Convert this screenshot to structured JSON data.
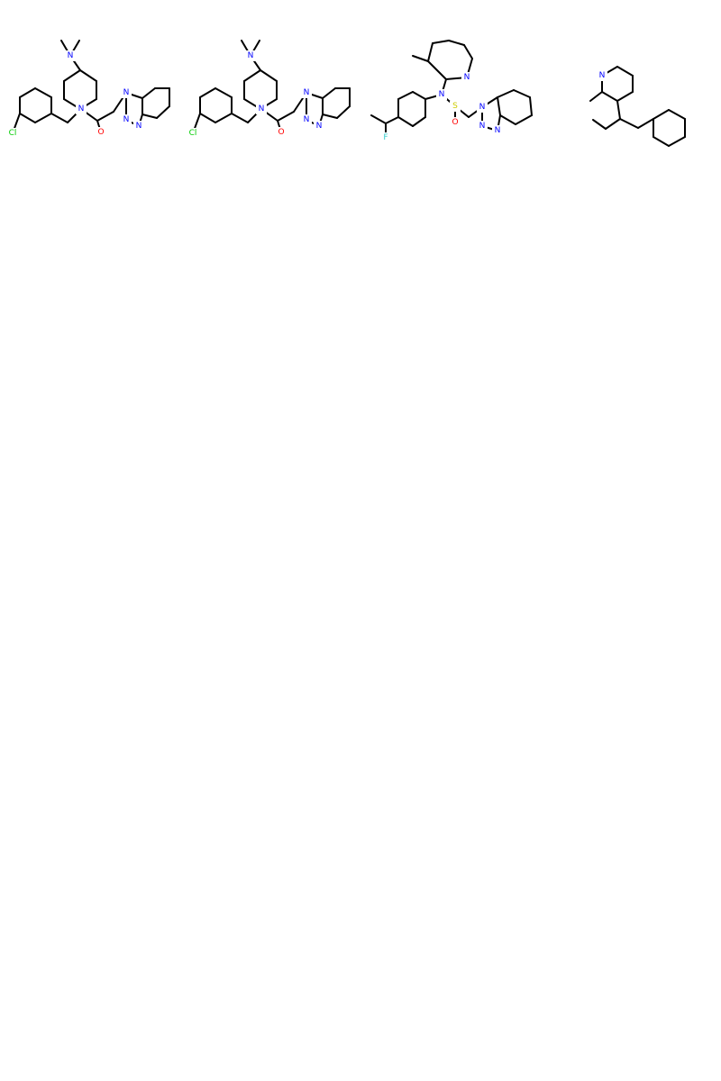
{
  "colors": {
    "bond": "#000000",
    "N": "#0000FF",
    "O": "#FF0000",
    "Cl": "#00CC00",
    "F": "#33CCCC",
    "S": "#CCCC00"
  },
  "molecules": [
    {
      "atoms": [
        [
          "C",
          68,
          45
        ],
        [
          "C",
          88,
          45
        ],
        [
          "N",
          78,
          62
        ],
        [
          "C",
          89,
          78
        ],
        [
          "C",
          71,
          90
        ],
        [
          "C",
          71,
          110
        ],
        [
          "C",
          89,
          121
        ],
        [
          "C",
          107,
          110
        ],
        [
          "C",
          107,
          90
        ],
        [
          "N",
          90,
          121
        ],
        [
          "C",
          75,
          136
        ],
        [
          "C",
          57,
          126
        ],
        [
          "C",
          39,
          136
        ],
        [
          "C",
          22,
          126
        ],
        [
          "C",
          22,
          108
        ],
        [
          "C",
          39,
          98
        ],
        [
          "C",
          57,
          108
        ],
        [
          "Cl",
          14,
          148
        ],
        [
          "C",
          108,
          134
        ],
        [
          "O",
          112,
          147
        ],
        [
          "C",
          126,
          124
        ],
        [
          "N",
          140,
          103
        ],
        [
          "C",
          158,
          109
        ],
        [
          "C",
          172,
          98
        ],
        [
          "C",
          188,
          98
        ],
        [
          "C",
          188,
          118
        ],
        [
          "C",
          174,
          131
        ],
        [
          "C",
          158,
          127
        ],
        [
          "N",
          154,
          140
        ],
        [
          "N",
          140,
          133
        ]
      ],
      "bonds": [
        [
          0,
          2
        ],
        [
          1,
          2
        ],
        [
          2,
          3
        ],
        [
          3,
          4
        ],
        [
          4,
          5
        ],
        [
          5,
          6
        ],
        [
          6,
          7
        ],
        [
          7,
          8
        ],
        [
          8,
          3
        ],
        [
          6,
          9
        ],
        [
          9,
          10
        ],
        [
          10,
          11
        ],
        [
          11,
          12
        ],
        [
          12,
          13
        ],
        [
          13,
          14
        ],
        [
          14,
          15
        ],
        [
          15,
          16
        ],
        [
          16,
          11
        ],
        [
          13,
          17
        ],
        [
          9,
          18
        ],
        [
          18,
          19
        ],
        [
          18,
          20
        ],
        [
          20,
          21
        ],
        [
          21,
          22
        ],
        [
          22,
          23
        ],
        [
          23,
          24
        ],
        [
          24,
          25
        ],
        [
          25,
          26
        ],
        [
          26,
          27
        ],
        [
          27,
          22
        ],
        [
          27,
          28
        ],
        [
          28,
          29
        ],
        [
          29,
          21
        ]
      ]
    },
    {
      "atoms": [
        [
          "C",
          68,
          45
        ],
        [
          "C",
          88,
          45
        ],
        [
          "N",
          78,
          62
        ],
        [
          "C",
          89,
          78
        ],
        [
          "C",
          71,
          90
        ],
        [
          "C",
          71,
          110
        ],
        [
          "C",
          89,
          121
        ],
        [
          "C",
          107,
          110
        ],
        [
          "C",
          107,
          90
        ],
        [
          "N",
          90,
          121
        ],
        [
          "C",
          75,
          136
        ],
        [
          "C",
          57,
          126
        ],
        [
          "C",
          39,
          136
        ],
        [
          "C",
          22,
          126
        ],
        [
          "C",
          22,
          108
        ],
        [
          "C",
          39,
          98
        ],
        [
          "C",
          57,
          108
        ],
        [
          "Cl",
          14,
          148
        ],
        [
          "C",
          108,
          134
        ],
        [
          "O",
          112,
          147
        ],
        [
          "C",
          126,
          124
        ],
        [
          "N",
          140,
          103
        ],
        [
          "C",
          158,
          109
        ],
        [
          "C",
          172,
          98
        ],
        [
          "C",
          188,
          98
        ],
        [
          "C",
          188,
          118
        ],
        [
          "C",
          174,
          131
        ],
        [
          "C",
          158,
          127
        ],
        [
          "N",
          154,
          140
        ],
        [
          "N",
          140,
          133
        ]
      ],
      "bonds": [
        [
          0,
          2
        ],
        [
          1,
          2
        ],
        [
          2,
          3
        ],
        [
          3,
          4
        ],
        [
          4,
          5
        ],
        [
          5,
          6
        ],
        [
          6,
          7
        ],
        [
          7,
          8
        ],
        [
          8,
          3
        ],
        [
          6,
          9
        ],
        [
          9,
          10
        ],
        [
          10,
          11
        ],
        [
          11,
          12
        ],
        [
          12,
          13
        ],
        [
          13,
          14
        ],
        [
          14,
          15
        ],
        [
          15,
          16
        ],
        [
          16,
          11
        ],
        [
          13,
          17
        ],
        [
          9,
          18
        ],
        [
          18,
          19
        ],
        [
          18,
          20
        ],
        [
          20,
          21
        ],
        [
          21,
          22
        ],
        [
          22,
          23
        ],
        [
          23,
          24
        ],
        [
          24,
          25
        ],
        [
          25,
          26
        ],
        [
          26,
          27
        ],
        [
          27,
          22
        ],
        [
          27,
          28
        ],
        [
          28,
          29
        ],
        [
          29,
          21
        ]
      ]
    },
    {
      "atoms": [
        [
          "C",
          58,
          62
        ],
        [
          "C",
          75,
          68
        ],
        [
          "C",
          80,
          48
        ],
        [
          "C",
          98,
          45
        ],
        [
          "C",
          115,
          50
        ],
        [
          "C",
          124,
          65
        ],
        [
          "N",
          118,
          86
        ],
        [
          "C",
          95,
          88
        ],
        [
          "N",
          90,
          105
        ],
        [
          "C",
          72,
          110
        ],
        [
          "C",
          58,
          102
        ],
        [
          "C",
          42,
          110
        ],
        [
          "C",
          42,
          130
        ],
        [
          "C",
          58,
          140
        ],
        [
          "C",
          72,
          130
        ],
        [
          "C",
          28,
          137
        ],
        [
          "C",
          12,
          128
        ],
        [
          "F",
          28,
          153
        ],
        [
          "S",
          105,
          118
        ],
        [
          "O",
          105,
          136
        ],
        [
          "C",
          120,
          130
        ],
        [
          "N",
          135,
          119
        ],
        [
          "C",
          152,
          108
        ],
        [
          "C",
          170,
          100
        ],
        [
          "C",
          188,
          108
        ],
        [
          "C",
          190,
          128
        ],
        [
          "C",
          172,
          138
        ],
        [
          "C",
          155,
          128
        ],
        [
          "N",
          152,
          145
        ],
        [
          "N",
          135,
          140
        ]
      ],
      "bonds": [
        [
          0,
          1
        ],
        [
          1,
          2
        ],
        [
          2,
          3
        ],
        [
          3,
          4
        ],
        [
          4,
          5
        ],
        [
          5,
          6
        ],
        [
          6,
          7
        ],
        [
          7,
          1
        ],
        [
          7,
          8
        ],
        [
          8,
          9
        ],
        [
          9,
          10
        ],
        [
          10,
          11
        ],
        [
          11,
          12
        ],
        [
          12,
          13
        ],
        [
          13,
          14
        ],
        [
          14,
          9
        ],
        [
          12,
          15
        ],
        [
          15,
          16
        ],
        [
          15,
          17
        ],
        [
          8,
          18
        ],
        [
          18,
          19
        ],
        [
          18,
          20
        ],
        [
          20,
          21
        ],
        [
          21,
          22
        ],
        [
          22,
          23
        ],
        [
          23,
          24
        ],
        [
          24,
          25
        ],
        [
          25,
          26
        ],
        [
          26,
          27
        ],
        [
          27,
          22
        ],
        [
          27,
          28
        ],
        [
          28,
          29
        ],
        [
          29,
          21
        ]
      ]
    },
    {
      "atoms": [
        [
          "N",
          68,
          84
        ],
        [
          "C",
          68,
          102
        ],
        [
          "C",
          85,
          112
        ],
        [
          "C",
          102,
          102
        ],
        [
          "C",
          102,
          84
        ],
        [
          "C",
          85,
          74
        ],
        [
          "C",
          55,
          112
        ],
        [
          "C",
          88,
          132
        ],
        [
          "C",
          72,
          143
        ],
        [
          "C",
          58,
          133
        ],
        [
          "C",
          108,
          142
        ],
        [
          "C",
          125,
          132
        ],
        [
          "C",
          142,
          122
        ],
        [
          "C",
          160,
          132
        ],
        [
          "C",
          160,
          152
        ],
        [
          "C",
          142,
          162
        ],
        [
          "C",
          125,
          152
        ]
      ],
      "bonds": [
        [
          0,
          1
        ],
        [
          1,
          2
        ],
        [
          2,
          3
        ],
        [
          3,
          4
        ],
        [
          4,
          5
        ],
        [
          5,
          0
        ],
        [
          1,
          6
        ],
        [
          2,
          7
        ],
        [
          7,
          8
        ],
        [
          8,
          9
        ],
        [
          7,
          10
        ],
        [
          10,
          11
        ],
        [
          11,
          12
        ],
        [
          12,
          13
        ],
        [
          13,
          14
        ],
        [
          14,
          15
        ],
        [
          15,
          16
        ],
        [
          16,
          11
        ]
      ]
    }
  ]
}
